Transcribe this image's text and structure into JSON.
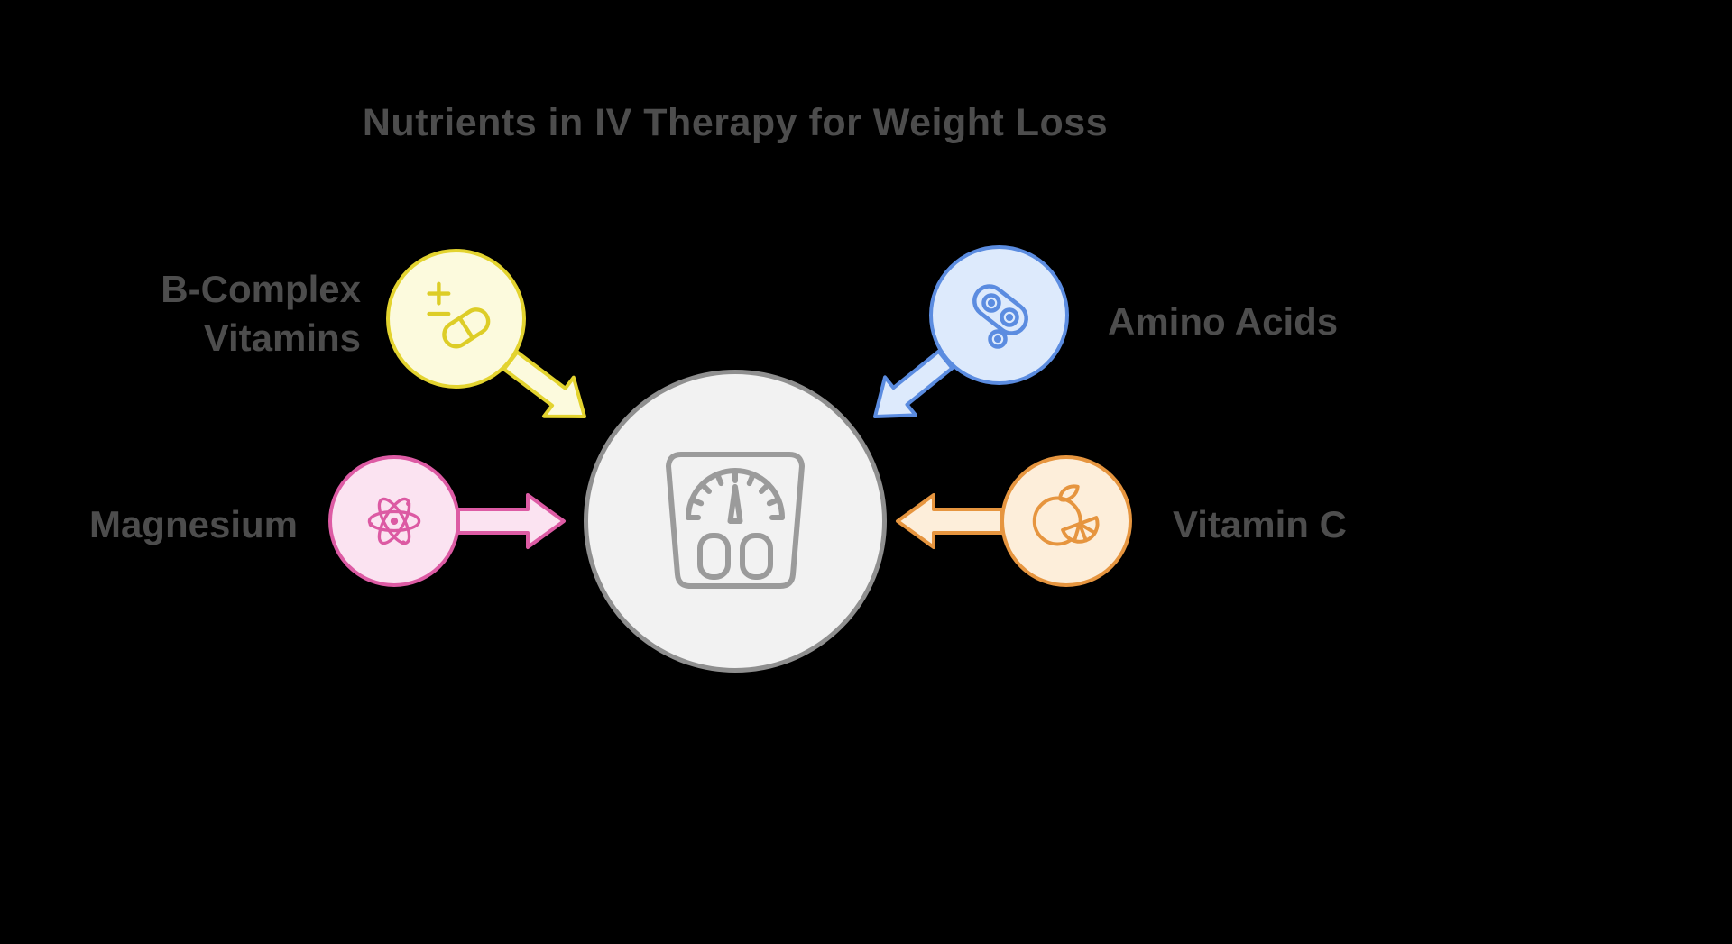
{
  "title": "Nutrients in IV Therapy for Weight Loss",
  "text_color": "#4d4d4d",
  "background_color": "#000000",
  "center": {
    "icon": "weight-scale",
    "fill_color": "#f2f2f2",
    "border_color": "#8f8f8f"
  },
  "nodes": [
    {
      "id": "b-complex",
      "label": "B-Complex\nVitamins",
      "icon": "pills",
      "border_color": "#e3d32f",
      "fill_color": "#fcfadd",
      "arrow_direction": "down-right",
      "position": "top-left"
    },
    {
      "id": "amino-acids",
      "label": "Amino Acids",
      "icon": "amino-acid-molecule",
      "border_color": "#5b8ce0",
      "fill_color": "#ddeafc",
      "arrow_direction": "down-left",
      "position": "top-right"
    },
    {
      "id": "magnesium",
      "label": "Magnesium",
      "icon": "atom",
      "border_color": "#dd5ba4",
      "fill_color": "#fbe3f1",
      "arrow_direction": "right",
      "position": "middle-left"
    },
    {
      "id": "vitamin-c",
      "label": "Vitamin C",
      "icon": "orange-fruit",
      "border_color": "#e6953f",
      "fill_color": "#fdeeda",
      "arrow_direction": "left",
      "position": "middle-right"
    }
  ]
}
